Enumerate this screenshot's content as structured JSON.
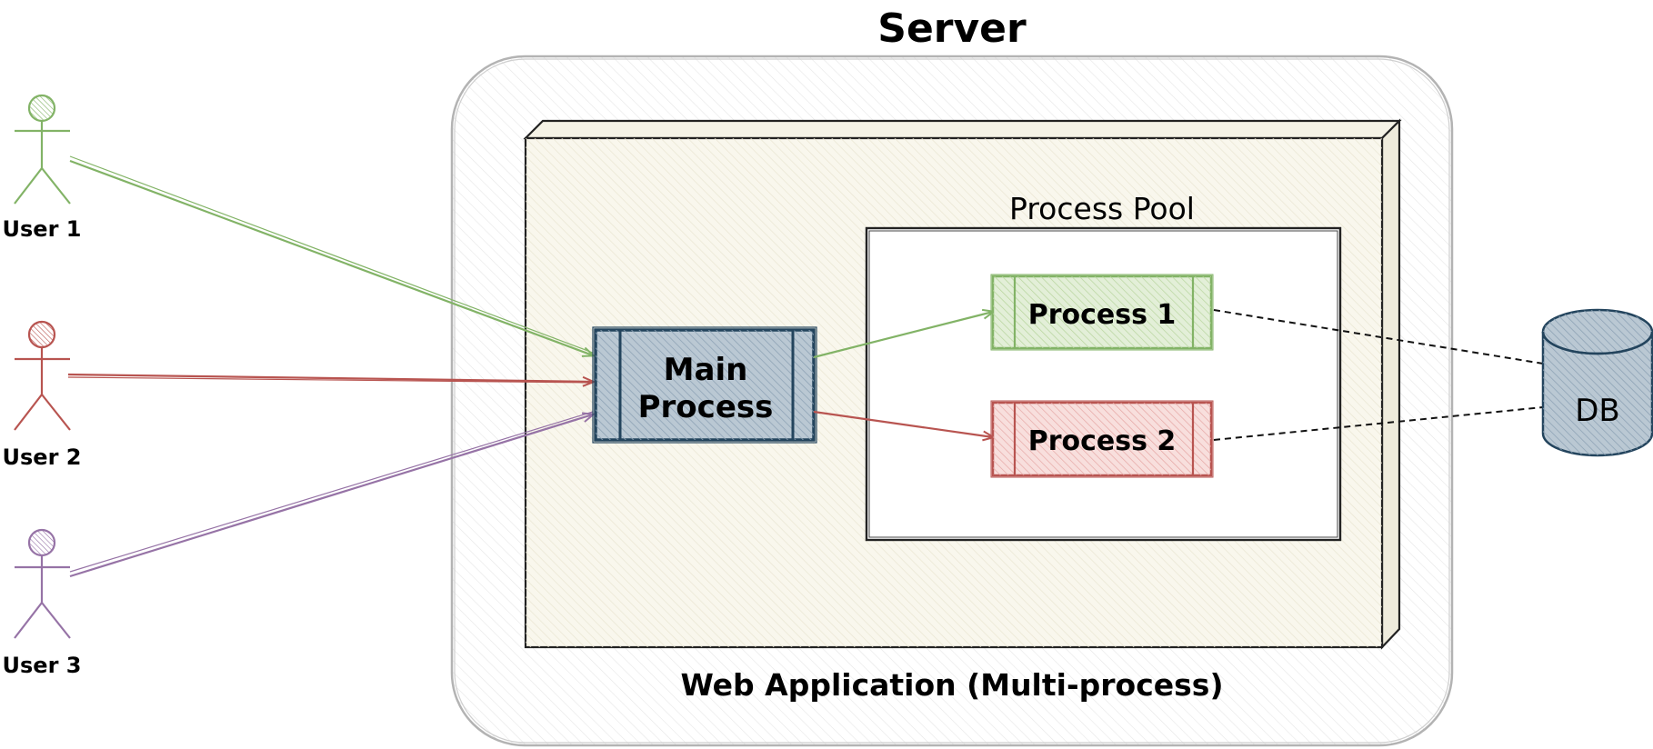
{
  "server": {
    "title": "Server"
  },
  "web_app": {
    "label": "Web Application (Multi-process)"
  },
  "pool": {
    "label": "Process Pool"
  },
  "main_process": {
    "line1": "Main",
    "line2": "Process"
  },
  "processes": [
    {
      "label": "Process 1",
      "color": "#82b366"
    },
    {
      "label": "Process 2",
      "color": "#b85450"
    }
  ],
  "users": [
    {
      "label": "User 1",
      "color": "#82b366"
    },
    {
      "label": "User 2",
      "color": "#b85450"
    },
    {
      "label": "User 3",
      "color": "#9673a6"
    }
  ],
  "database": {
    "label": "DB",
    "color": "#23445d"
  },
  "colors": {
    "main_fill": "#bac8d3",
    "main_stroke": "#23445d",
    "server_stroke": "#b3b3b3",
    "webapp_fill": "#f9f7ed"
  }
}
